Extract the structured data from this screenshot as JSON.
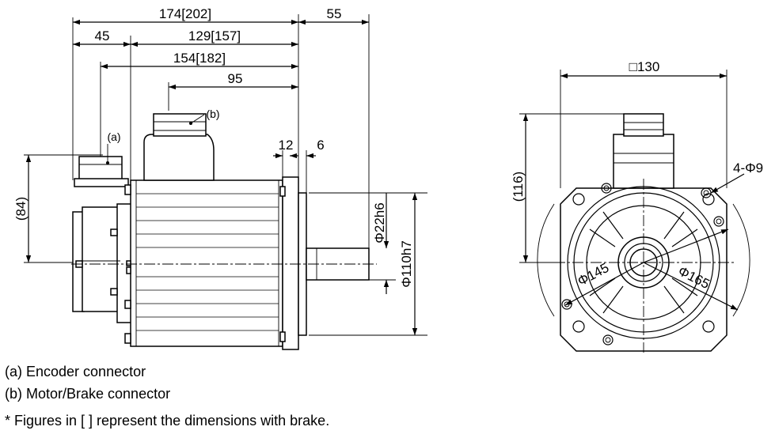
{
  "side_view": {
    "dims": {
      "overall_length": "174[202]",
      "shaft_length": "55",
      "rear_offset": "45",
      "body_length": "129[157]",
      "encoder_to_flange": "154[182]",
      "connector_to_flange": "95",
      "flange_thickness": "12",
      "pilot_depth": "6",
      "height_84": "(84)",
      "shaft_dia": "Φ22h6",
      "pilot_dia": "Φ110h7"
    },
    "labels": {
      "encoder": "(a)",
      "power": "(b)"
    }
  },
  "front_view": {
    "dims": {
      "flange_square": "□130",
      "height_116": "(116)",
      "mount_holes": "4-Φ9",
      "inner_circle": "Φ145",
      "bolt_circle": "Φ165"
    }
  },
  "legend": [
    "(a) Encoder connector",
    "(b) Motor/Brake connector",
    " * Figures in [  ] represent the dimensions with brake."
  ]
}
